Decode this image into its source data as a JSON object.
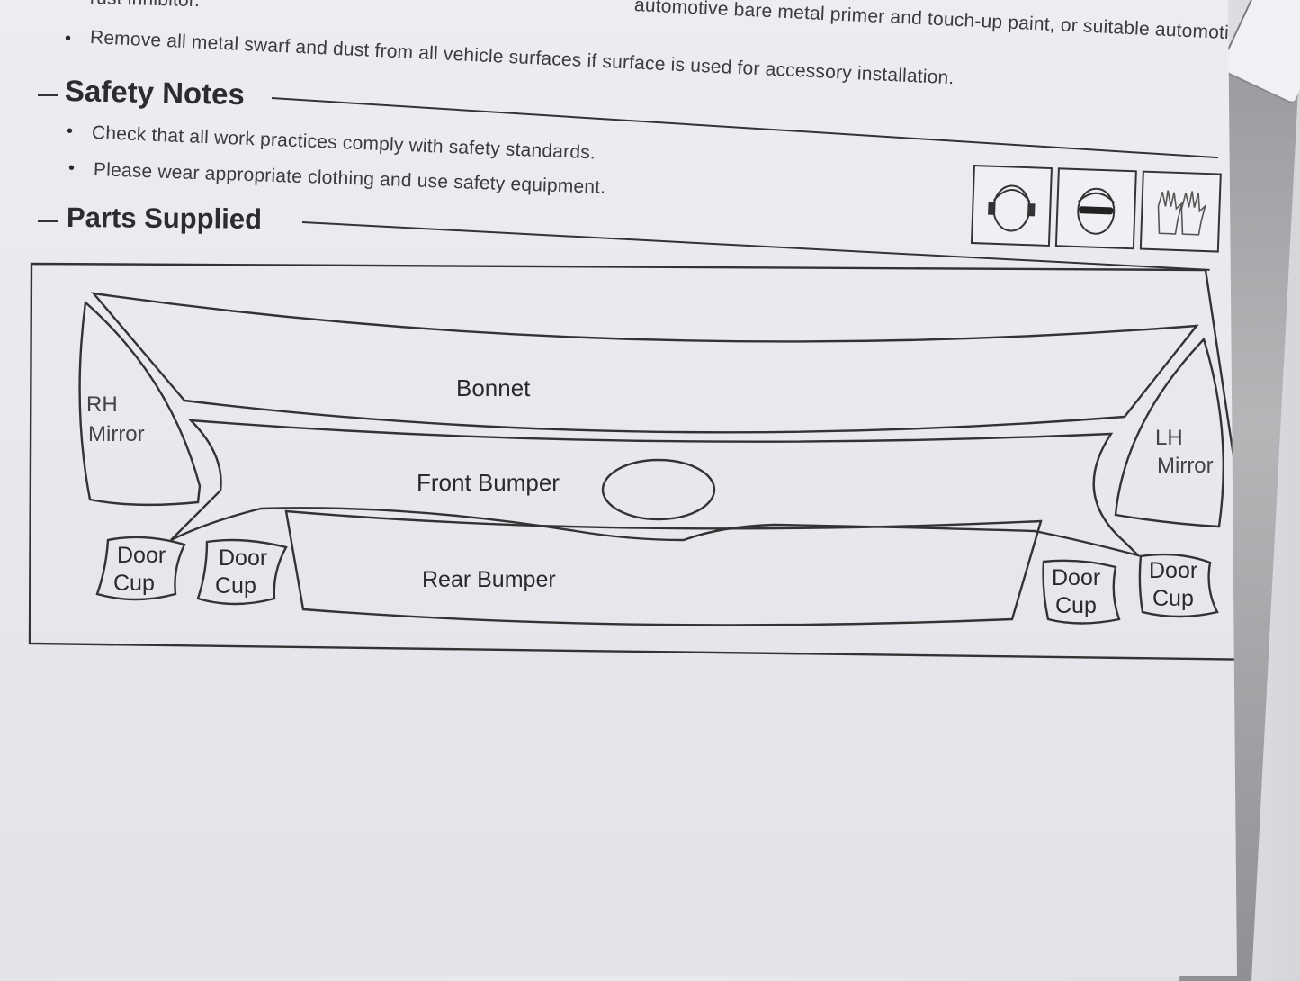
{
  "top_fragments": {
    "left": "rust inhibitor.",
    "right": "automotive bare metal primer and touch-up paint, or suitable automotive"
  },
  "preparation": {
    "bullets": [
      "Remove all metal swarf and dust from all vehicle surfaces if surface is used for accessory installation."
    ]
  },
  "safety": {
    "heading": "Safety Notes",
    "bullets": [
      "Check that all work practices comply with safety standards.",
      "Please wear appropriate clothing and use safety equipment."
    ],
    "icons": [
      "ear-protection-icon",
      "safety-glasses-icon",
      "gloves-icon"
    ]
  },
  "parts": {
    "heading": "Parts Supplied",
    "labels": {
      "bonnet": "Bonnet",
      "front_bumper": "Front Bumper",
      "rear_bumper": "Rear Bumper",
      "rh_mirror_1": "RH",
      "rh_mirror_2": "Mirror",
      "lh_mirror_1": "LH",
      "lh_mirror_2": "Mirror",
      "door": "Door",
      "cup": "Cup"
    }
  }
}
